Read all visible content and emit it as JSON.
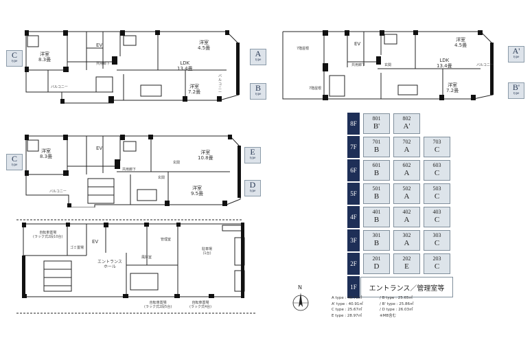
{
  "plan_top_left": {
    "tag_left": {
      "letter": "C",
      "sub": "type"
    },
    "tag_right_a": {
      "letter": "A",
      "sub": "type"
    },
    "tag_right_b": {
      "letter": "B",
      "sub": "type"
    },
    "rooms": {
      "c_room": "洋室\n8.3畳",
      "a_room": "洋室\n4.5畳",
      "ldk": "LDK\n13.4畳",
      "b_room": "洋室\n7.2畳",
      "ev": "EV",
      "corridor": "共用廊下",
      "balcony_left": "バルコニー",
      "balcony_right": "バルコニー"
    }
  },
  "plan_top_right": {
    "tag_a": {
      "letter": "A'",
      "sub": "type"
    },
    "tag_b": {
      "letter": "B'",
      "sub": "type"
    },
    "rooms": {
      "roof": "7階屋根",
      "roof2": "7階屋根",
      "a_room": "洋室\n4.5畳",
      "ldk": "LDK\n13.4畳",
      "b_room": "洋室\n7.2畳",
      "ev": "EV",
      "corridor": "共用廊下",
      "entrance": "玄関",
      "balcony": "バルコニー"
    }
  },
  "plan_mid_left": {
    "tag_c": {
      "letter": "C",
      "sub": "type"
    },
    "tag_e": {
      "letter": "E",
      "sub": "type"
    },
    "tag_d": {
      "letter": "D",
      "sub": "type"
    },
    "rooms": {
      "c_room": "洋室\n8.3畳",
      "e_room": "洋室\n10.8畳",
      "d_room": "洋室\n9.5畳",
      "ev": "EV",
      "corridor": "共用廊下",
      "entrance1": "玄関",
      "entrance2": "玄関",
      "balcony": "バルコニー"
    }
  },
  "plan_bottom": {
    "rooms": {
      "bike1": "自転車置場\n(ラック式2段10台)",
      "trash": "ゴミ置場",
      "ev": "EV",
      "office": "管理室",
      "hall": "エントランス\nホール",
      "windbreak": "風除室",
      "parking": "駐車場\n(1台)",
      "bike2": "自転車置場\n(ラック式2段5台)",
      "bike3": "自転車置場\n(ラック式4台)"
    }
  },
  "floor_table": {
    "rows": [
      {
        "floor": "8F",
        "units": [
          {
            "no": "801",
            "type": "B'"
          },
          {
            "no": "802",
            "type": "A'"
          }
        ]
      },
      {
        "floor": "7F",
        "units": [
          {
            "no": "701",
            "type": "B"
          },
          {
            "no": "702",
            "type": "A"
          },
          {
            "no": "703",
            "type": "C"
          }
        ]
      },
      {
        "floor": "6F",
        "units": [
          {
            "no": "601",
            "type": "B"
          },
          {
            "no": "602",
            "type": "A"
          },
          {
            "no": "603",
            "type": "C"
          }
        ]
      },
      {
        "floor": "5F",
        "units": [
          {
            "no": "501",
            "type": "B"
          },
          {
            "no": "502",
            "type": "A"
          },
          {
            "no": "503",
            "type": "C"
          }
        ]
      },
      {
        "floor": "4F",
        "units": [
          {
            "no": "401",
            "type": "B"
          },
          {
            "no": "402",
            "type": "A"
          },
          {
            "no": "403",
            "type": "C"
          }
        ]
      },
      {
        "floor": "3F",
        "units": [
          {
            "no": "301",
            "type": "B"
          },
          {
            "no": "302",
            "type": "A"
          },
          {
            "no": "303",
            "type": "C"
          }
        ]
      },
      {
        "floor": "2F",
        "units": [
          {
            "no": "201",
            "type": "D"
          },
          {
            "no": "202",
            "type": "E"
          },
          {
            "no": "203",
            "type": "C"
          }
        ]
      },
      {
        "floor": "1F",
        "wide": "エントランス／管理室等"
      }
    ]
  },
  "area_legend": [
    {
      "left": "A type : 40.70㎡",
      "right": "/ B type : 25.65㎡"
    },
    {
      "left": "A' type : 40.91㎡",
      "right": "/ B' type : 25.86㎡"
    },
    {
      "left": "C type : 25.67㎡",
      "right": "/ D type : 26.03㎡"
    },
    {
      "left": "E type : 28.97㎡",
      "right": "※MB含む"
    }
  ],
  "compass": {
    "label": "N"
  },
  "colors": {
    "navy": "#1e2f57",
    "cell": "#dde4ea",
    "wall": "#111111"
  }
}
